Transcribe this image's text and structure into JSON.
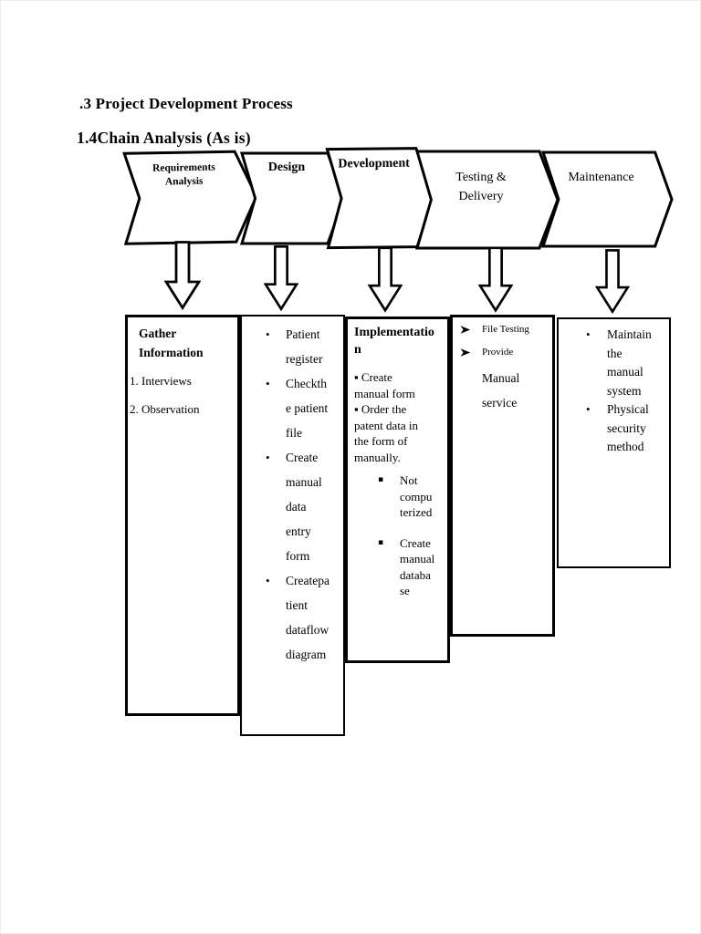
{
  "document": {
    "heading_section": ".3 Project Development Process",
    "heading_subsection": "1.4Chain Analysis (As is)"
  },
  "chevrons": [
    {
      "label": "Requirements\nAnalysis"
    },
    {
      "label": "Design"
    },
    {
      "label": "Development"
    },
    {
      "label": "Testing &\nDelivery"
    },
    {
      "label": "Maintenance"
    }
  ],
  "columns": {
    "requirements": {
      "title": "Gather\nInformation",
      "items": [
        "1. Interviews",
        "2. Observation"
      ]
    },
    "design": {
      "bullet": "•",
      "items": [
        "Patient\nregister",
        "Checkth\ne patient\nfile",
        "Create\nmanual\ndata\nentry\nform",
        "Createpa\ntient\ndataflow\ndiagram"
      ]
    },
    "development": {
      "title": "Implementatio\nn",
      "body": "▪ Create\nmanual form\n▪ Order the\npatent data in\nthe form of\nmanually.",
      "sub_bullet": "▪",
      "sub_items": [
        "Not\ncompu\nterized",
        "Create\nmanual\ndataba\nse"
      ]
    },
    "testing": {
      "bullet_glyph": "➢",
      "items": [
        "File Testing",
        "Provide"
      ],
      "continuation": "Manual\nservice"
    },
    "maintenance": {
      "bullet": "•",
      "items": [
        "Maintain\nthe\nmanual\nsystem",
        "Physical\nsecurity\nmethod"
      ]
    }
  },
  "colors": {
    "ink": "#000000",
    "paper": "#ffffff"
  }
}
